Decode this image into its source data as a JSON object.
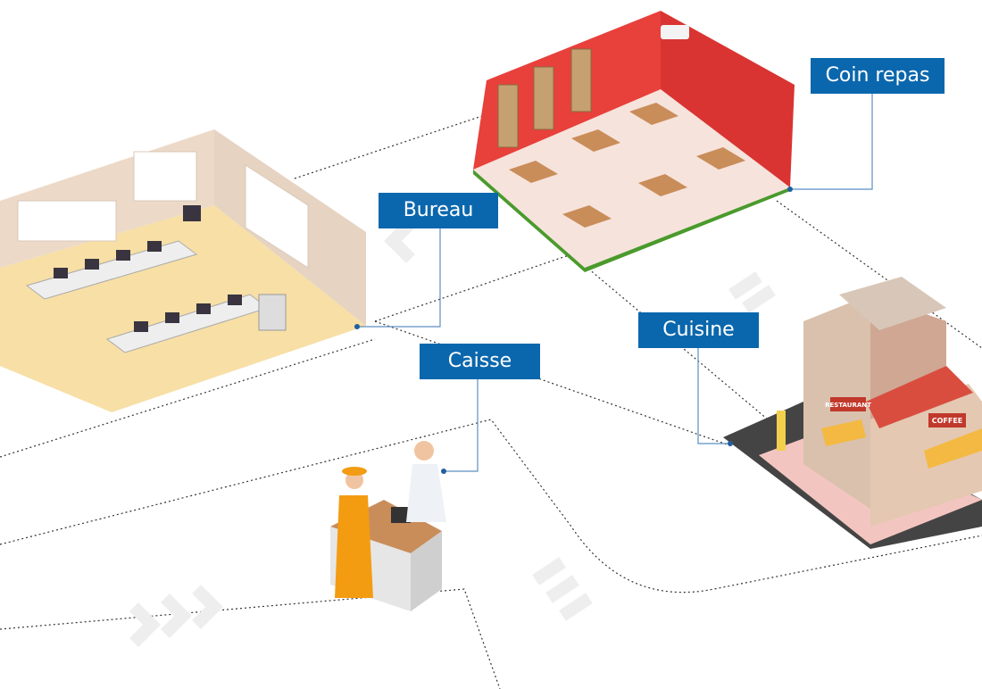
{
  "labels": {
    "dining": "Coin repas",
    "office": "Bureau",
    "kitchen": "Cuisine",
    "checkout": "Caisse"
  },
  "building_signs": {
    "restaurant": "RESTAURANT",
    "coffee": "COFFEE"
  },
  "colors": {
    "label_bg": "#0b67ad",
    "label_text": "#ffffff",
    "connector": "#5b8fc2",
    "dining_wall": "#e8403a"
  }
}
